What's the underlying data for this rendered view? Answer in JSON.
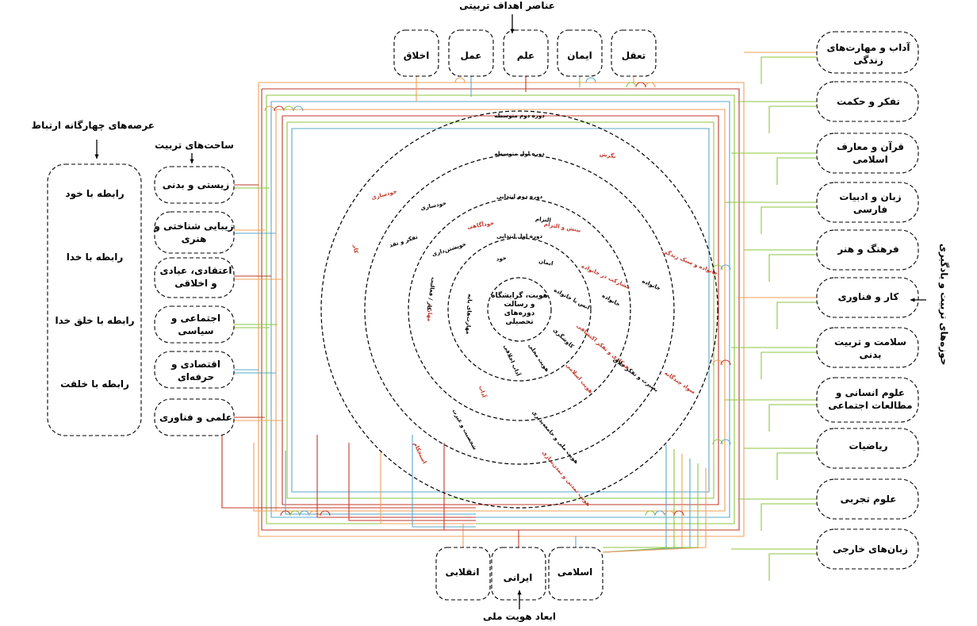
{
  "headers": {
    "goals": "عناصر اهداف تربیتی",
    "four_domains": "عرصه‌های چهارگانه ارتباط",
    "arenas": "ساحت‌های تربیت",
    "learning_areas": "حوزه‌های تربیت و یادگیری",
    "identity": "ابعاد هویت ملی"
  },
  "goal_elements": [
    "تعقل",
    "ایمان",
    "علم",
    "عمل",
    "اخلاق"
  ],
  "four_domains": [
    "رابطه با خود",
    "رابطه با خدا",
    "رابطه با خلق خدا",
    "رابطه با خلقت"
  ],
  "arenas": [
    "زیستی و بدنی",
    "زیبایی شناختی و هنری",
    "اعتقادی، عبادی و اخلاقی",
    "اجتماعی و سیاسی",
    "اقتصادی و حرفه‌ای",
    "علمی و فناوری"
  ],
  "learning_areas": [
    "آداب و مهارت‌های زندگی",
    "تفکر و حکمت",
    "قرآن و معارف اسلامی",
    "زبان و ادبیات فارسی",
    "فرهنگ و هنر",
    "کار و فناوری",
    "سلامت و تربیت بدنی",
    "علوم انسانی و مطالعات اجتماعی",
    "ریاضیات",
    "علوم تجربی",
    "زبان‌های خارجی"
  ],
  "identity_dims": [
    "اسلامی",
    "ایرانی",
    "انقلابی"
  ],
  "ring_titles": [
    "دوره دوم متوسطه",
    "دوره اول متوسطه",
    "دوره دوم ابتدایی",
    "دوره اول ابتدایی"
  ],
  "center_text": "هویت، گرایشگاه و رسالت دوره‌های تحصیلی",
  "ring_labels": {
    "inner": [
      "خود",
      "ایمان",
      "انس با خانواده",
      "کاوشگری",
      "آداب اخلاقی",
      "هویت محلی",
      "مهارت‌های پایه"
    ],
    "second": [
      "التزام",
      "بینش و التزام",
      "خودآگاهی",
      "مهارت",
      "آداب",
      "هویت اسلامی",
      "همکاری و تفکر اکتشافی",
      "مشارکت در خانواده",
      "خانواده",
      "کار / فعالیت",
      "خویشتن‌داری"
    ],
    "third": [
      "تفکر و نقد",
      "شخصیت و غیرت",
      "هویت ملی و جامعه‌پذیری",
      "بصیرت و تفکر خلاق",
      "خانواده",
      "خودسازی"
    ],
    "outer": [
      "نگرش",
      "خانواده و سبک زندگی",
      "سواد چندگانه",
      "هویت تمدنی و تمدن‌سازی",
      "استحکام",
      "کار",
      "خودسازی"
    ]
  },
  "colors": {
    "orange": "#f0a05a",
    "red": "#c0392b",
    "green": "#8cc63f",
    "blue": "#5aa9c9",
    "label_red": "#c0392b"
  }
}
